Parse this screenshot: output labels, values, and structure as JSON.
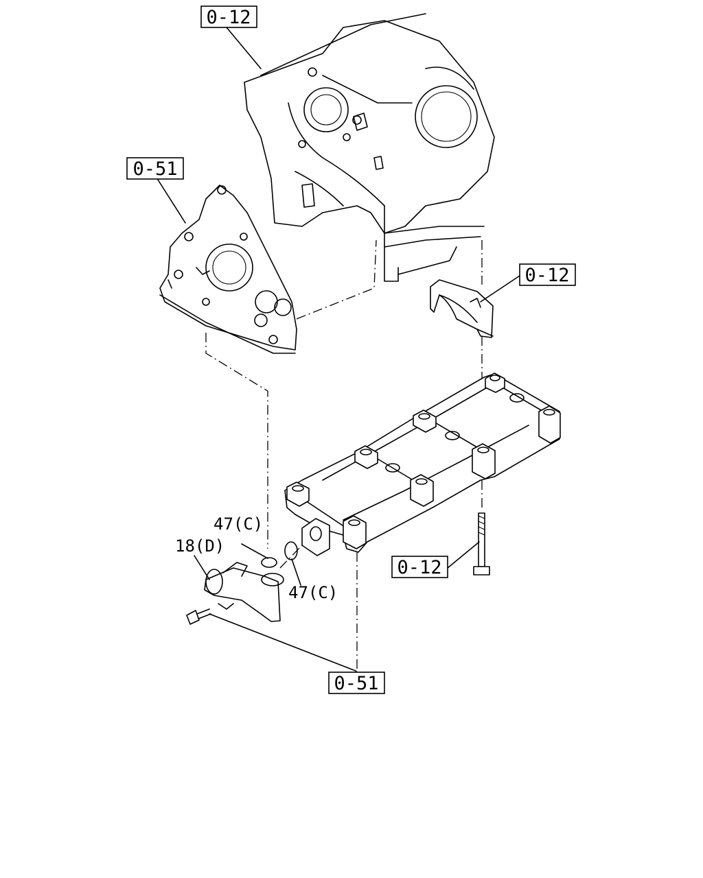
{
  "references": {
    "block_top": "0-12",
    "front_cover": "0-51",
    "bearing_cap": "0-12",
    "bolt": "0-12",
    "pipe": "0-51"
  },
  "parts": {
    "oring_upper": "47(C)",
    "oring_lower": "47(C)",
    "pipe_part": "18(D)"
  }
}
